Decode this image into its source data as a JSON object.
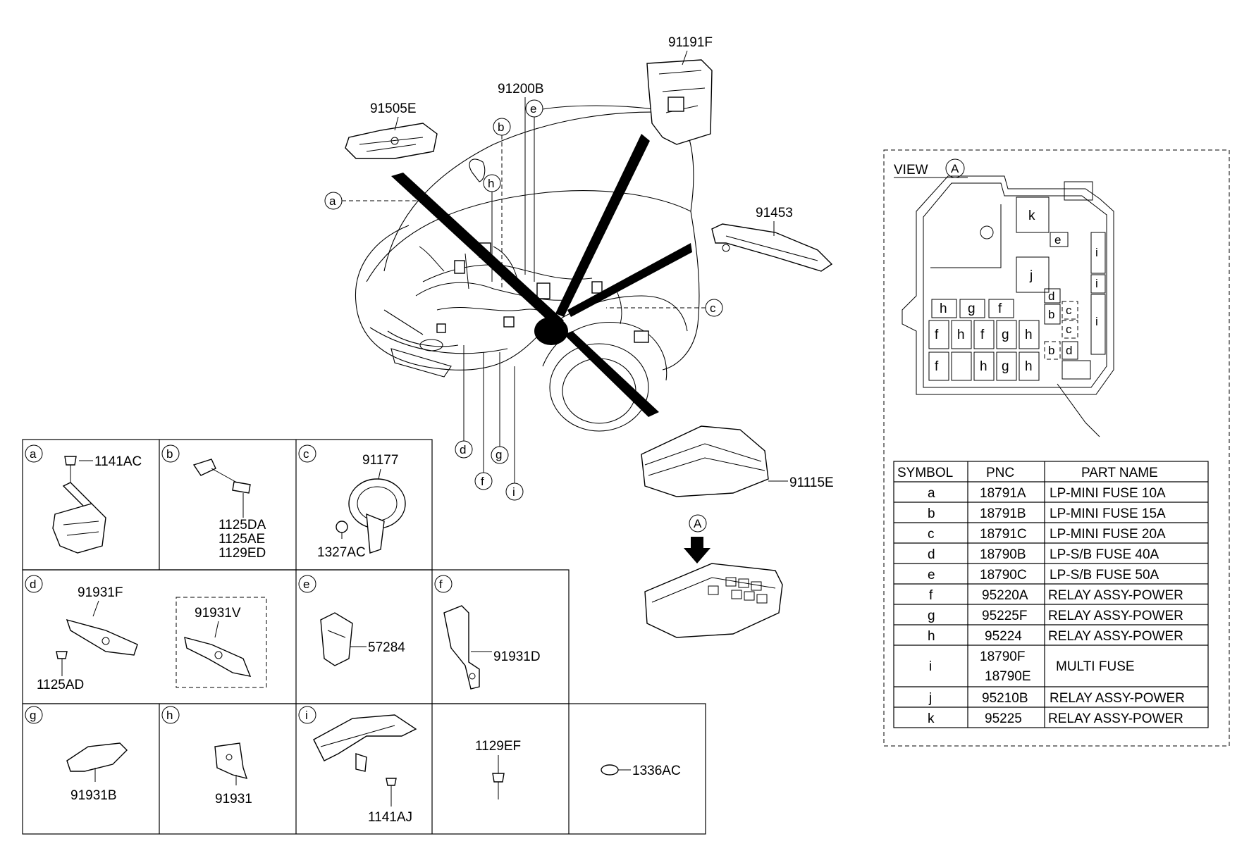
{
  "callouts": {
    "p91191F": "91191F",
    "p91200B": "91200B",
    "p91505E": "91505E",
    "p91453": "91453",
    "p91115E": "91115E",
    "view_A": "A",
    "circle_a": "a",
    "circle_b": "b",
    "circle_c": "c",
    "circle_d": "d",
    "circle_e": "e",
    "circle_f": "f",
    "circle_g": "g",
    "circle_h": "h",
    "circle_i": "i"
  },
  "detail_cells": {
    "a": {
      "letter": "a",
      "parts": [
        "1141AC"
      ]
    },
    "b": {
      "letter": "b",
      "parts": [
        "1125DA",
        "1125AE",
        "1129ED"
      ]
    },
    "c": {
      "letter": "c",
      "parts": [
        "91177",
        "1327AC"
      ]
    },
    "d": {
      "letter": "d",
      "parts": [
        "91931F",
        "91931V",
        "1125AD"
      ]
    },
    "e": {
      "letter": "e",
      "parts": [
        "57284"
      ]
    },
    "f": {
      "letter": "f",
      "parts": [
        "91931D"
      ]
    },
    "g": {
      "letter": "g",
      "parts": [
        "91931B"
      ]
    },
    "h": {
      "letter": "h",
      "parts": [
        "91931"
      ]
    },
    "i": {
      "letter": "i",
      "parts": [
        "1141AJ"
      ]
    },
    "j": {
      "parts": [
        "1129EF"
      ]
    },
    "k": {
      "parts": [
        "1336AC"
      ]
    }
  },
  "view_panel": {
    "title": "VIEW",
    "title_symbol": "A",
    "fuse_slots": [
      "k",
      "e",
      "j",
      "i",
      "i",
      "i",
      "h",
      "g",
      "f",
      "d",
      "b",
      "c",
      "c",
      "f",
      "h",
      "f",
      "g",
      "h",
      "b",
      "d",
      "f",
      "h",
      "g",
      "h"
    ]
  },
  "table": {
    "headers": [
      "SYMBOL",
      "PNC",
      "PART NAME"
    ],
    "rows": [
      {
        "symbol": "a",
        "pnc": "18791A",
        "name": "LP-MINI FUSE 10A"
      },
      {
        "symbol": "b",
        "pnc": "18791B",
        "name": "LP-MINI FUSE 15A"
      },
      {
        "symbol": "c",
        "pnc": "18791C",
        "name": "LP-MINI FUSE 20A"
      },
      {
        "symbol": "d",
        "pnc": "18790B",
        "name": "LP-S/B FUSE 40A"
      },
      {
        "symbol": "e",
        "pnc": "18790C",
        "name": "LP-S/B FUSE 50A"
      },
      {
        "symbol": "f",
        "pnc": "95220A",
        "name": "RELAY ASSY-POWER"
      },
      {
        "symbol": "g",
        "pnc": "95225F",
        "name": "RELAY ASSY-POWER"
      },
      {
        "symbol": "h",
        "pnc": "95224",
        "name": "RELAY ASSY-POWER"
      },
      {
        "symbol": "i",
        "pnc": "18790F",
        "pnc2": "18790E",
        "name": "MULTI FUSE"
      },
      {
        "symbol": "j",
        "pnc": "95210B",
        "name": "RELAY ASSY-POWER"
      },
      {
        "symbol": "k",
        "pnc": "95225",
        "name": "RELAY ASSY-POWER"
      }
    ]
  }
}
